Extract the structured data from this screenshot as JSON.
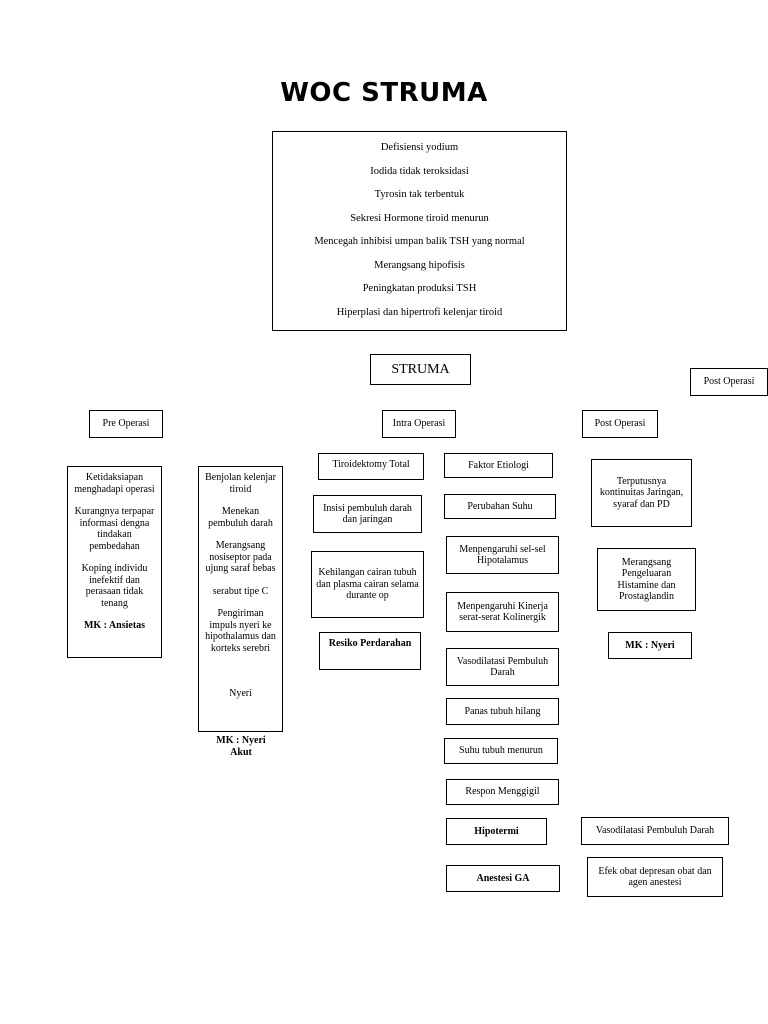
{
  "title": "WOC STRUMA",
  "causes": [
    "Defisiensi yodium",
    "Iodida tidak teroksidasi",
    "Tyrosin tak terbentuk",
    "Sekresi Hormone tiroid menurun",
    "Mencegah inhibisi umpan balik TSH yang normal",
    "Merangsang hipofisis",
    "Peningkatan produksi TSH",
    "Hiperplasi dan hipertrofi kelenjar tiroid"
  ],
  "struma_label": "STRUMA",
  "post_operasi_right": "Post Operasi",
  "phases": {
    "pre": "Pre Operasi",
    "intra": "Intra Operasi",
    "post": "Post Operasi"
  },
  "pre_col1": [
    "Ketidaksiapan menghadapi operasi",
    "Kurangnya terpapar informasi dengna tindakan pembedahan",
    "Koping individu inefektif dan perasaan tidak tenang",
    "MK : Ansietas"
  ],
  "pre_col2": [
    "Benjolan kelenjar tiroid",
    "Menekan pembuluh darah",
    "Merangsang nosiseptor pada ujung saraf bebas",
    "serabut tipe C",
    "Pengiriman impuls nyeri ke hipothalamus dan korteks serebri",
    "Nyeri"
  ],
  "pre_col2_mk": "MK : Nyeri Akut",
  "intra_left": [
    "Tiroidektomy Total",
    "Insisi pembuluh darah dan jaringan",
    "Kehilangan cairan tubuh dan plasma cairan selama durante op",
    "Resiko Perdarahan"
  ],
  "intra_right": [
    "Faktor Etiologi",
    "Perubahan Suhu",
    "Menpengaruhi sel-sel Hipotalamus",
    "Menpengaruhi Kinerja serat-serat Kolinergik",
    "Vasodilatasi Pembuluh Darah",
    "Panas tubuh hilang",
    "Suhu tubuh menurun",
    "Respon Menggigil",
    "Hipotermi",
    "Anestesi GA"
  ],
  "post_col": [
    "Terputusnya kontinuitas Jaringan, syaraf dan PD",
    "Merangsang Pengeluaran Histamine dan Prostaglandin",
    "MK : Nyeri"
  ],
  "post_lower": [
    "Vasodilatasi Pembuluh Darah",
    "Efek obat depresan obat dan agen anestesi"
  ]
}
